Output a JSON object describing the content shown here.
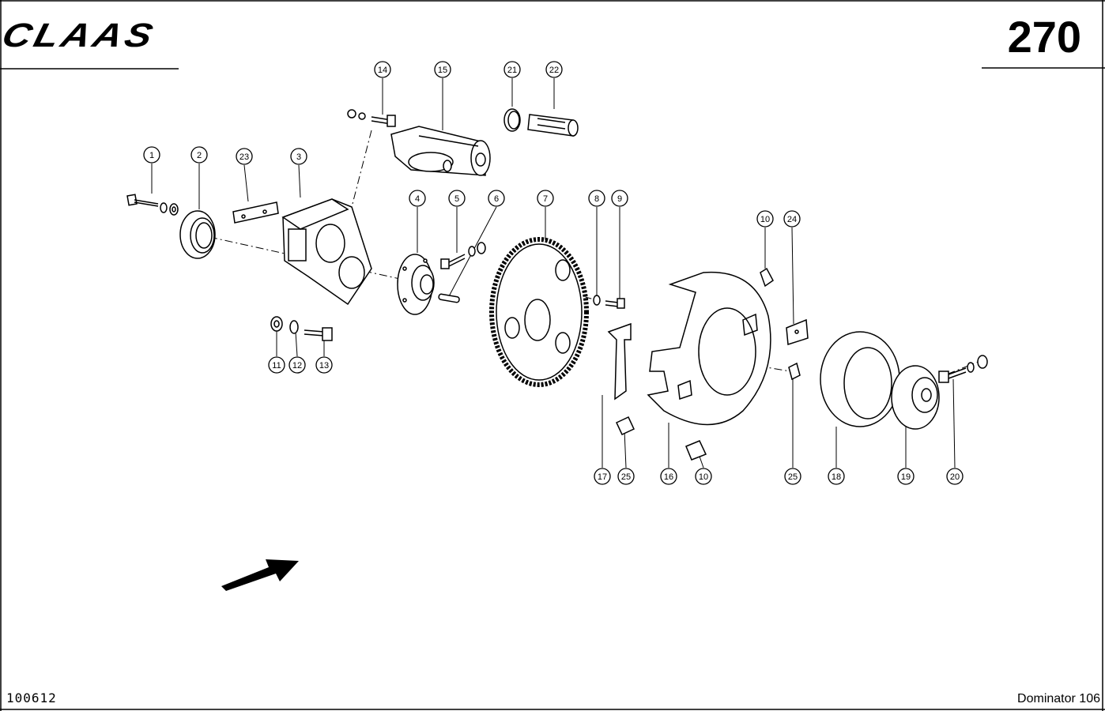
{
  "header": {
    "brand": "CLAAS",
    "page_number": "270"
  },
  "footer": {
    "drawing_number": "100612",
    "model": "Dominator 106"
  },
  "callouts": [
    "1",
    "2",
    "23",
    "3",
    "14",
    "15",
    "21",
    "22",
    "4",
    "5",
    "6",
    "7",
    "8",
    "9",
    "10",
    "24",
    "11",
    "12",
    "13",
    "17",
    "25",
    "16",
    "10",
    "25",
    "18",
    "19",
    "20"
  ]
}
